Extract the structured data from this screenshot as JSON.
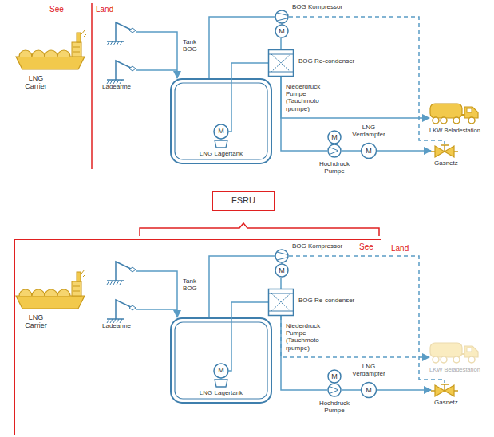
{
  "diagram": {
    "nodes": [
      {
        "text": [
          "LNG Carrier"
        ]
      },
      {
        "text": [
          "Ladearme"
        ]
      },
      {
        "text": [
          "M",
          "LNG Lagertank"
        ]
      },
      {
        "text": [
          "BOG Kompressor",
          "M"
        ]
      },
      {
        "text": [
          "BOG Re-condenser"
        ]
      },
      {
        "text": [
          "M",
          "Hochdruck Pumpe"
        ]
      },
      {
        "text": [
          "LNG Verdampfer",
          "M"
        ]
      },
      {
        "text": [
          "LKW Beladestation"
        ]
      },
      {
        "text": [
          "Gasnetz"
        ]
      },
      {
        "text": [
          "FSRU"
        ]
      },
      {
        "text": [
          "See"
        ]
      },
      {
        "text": [
          "LNG Carrier"
        ],
        "in": 10
      },
      {
        "text": [
          "Ladearme"
        ],
        "in": 10
      },
      {
        "text": [
          "M",
          "LNG Lagertank"
        ],
        "in": 10
      },
      {
        "text": [
          "BOG Kompressor",
          "M"
        ],
        "in": 10
      },
      {
        "text": [
          "BOG Re-condenser"
        ],
        "in": 10
      },
      {
        "text": [
          "M",
          "Hochdruck Pumpe"
        ],
        "in": 10
      },
      {
        "text": [
          "LNG Verdampfer",
          "M"
        ],
        "in": 10
      },
      {
        "text": [
          "LKW Beladestation"
        ]
      },
      {
        "text": [
          "Gasnetz"
        ]
      }
    ],
    "edges": [
      {
        "from": 1,
        "to": 2,
        "arrow": "to"
      },
      {
        "from": 2,
        "to": 3,
        "label": "Tank BOG",
        "arrow": "none"
      },
      {
        "from": 3,
        "to": 4,
        "arrow": "none"
      },
      {
        "from": 2,
        "to": 4,
        "arrow": "none"
      },
      {
        "from": 4,
        "to": 7,
        "arrow": "to"
      },
      {
        "from": 4,
        "to": 5,
        "arrow": "none"
      },
      {
        "from": 5,
        "to": 6,
        "arrow": "none"
      },
      {
        "from": 6,
        "to": 8,
        "arrow": "to"
      },
      {
        "from": 3,
        "to": 8,
        "arrow": "none"
      },
      {
        "from": 12,
        "to": 13,
        "arrow": "to"
      },
      {
        "from": 13,
        "to": 14,
        "label": "Tank BOG",
        "arrow": "none"
      },
      {
        "from": 14,
        "to": 15,
        "arrow": "none"
      },
      {
        "from": 13,
        "to": 15,
        "arrow": "none"
      },
      {
        "from": 15,
        "to": 18,
        "arrow": "to"
      },
      {
        "from": 15,
        "to": 16,
        "arrow": "none"
      },
      {
        "from": 16,
        "to": 17,
        "arrow": "none"
      },
      {
        "from": 17,
        "to": 19,
        "arrow": "to"
      },
      {
        "from": 14,
        "to": 19,
        "arrow": "none"
      }
    ],
    "labels": [
      "See",
      "Land",
      "Niederdruck Pumpe (Tauchmoto rpumpe)",
      "Niederdruck Pumpe (Tauchmoto rpumpe)",
      "Land"
    ]
  }
}
